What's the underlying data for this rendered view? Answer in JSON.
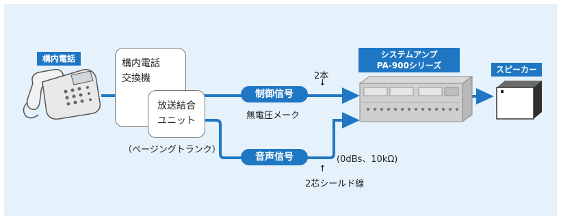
{
  "colors": {
    "background": "#e5f1fb",
    "accent": "#1f77c4",
    "arrow": "#1f77c4"
  },
  "nodes": {
    "phone": {
      "label": "構内電話",
      "icon": "telephone-icon"
    },
    "pbx": {
      "label": "構内電話\n交換機"
    },
    "coupler": {
      "label": "放送結合\nユニット"
    },
    "paging_note": "（ページングトランク）",
    "amp": {
      "label_line1": "システムアンプ",
      "label_line2": "PA-900シリーズ",
      "icon": "amplifier-icon"
    },
    "speaker": {
      "label": "スピーカー",
      "icon": "speaker-icon"
    }
  },
  "signals": {
    "control": {
      "label": "制御信号",
      "count": "2本",
      "arrow_mark": "↓",
      "note": "無電圧メーク"
    },
    "audio": {
      "label": "音声信号",
      "spec": "(0dBs、10kΩ)",
      "arrow_mark": "↑",
      "note": "2芯シールド線"
    }
  }
}
